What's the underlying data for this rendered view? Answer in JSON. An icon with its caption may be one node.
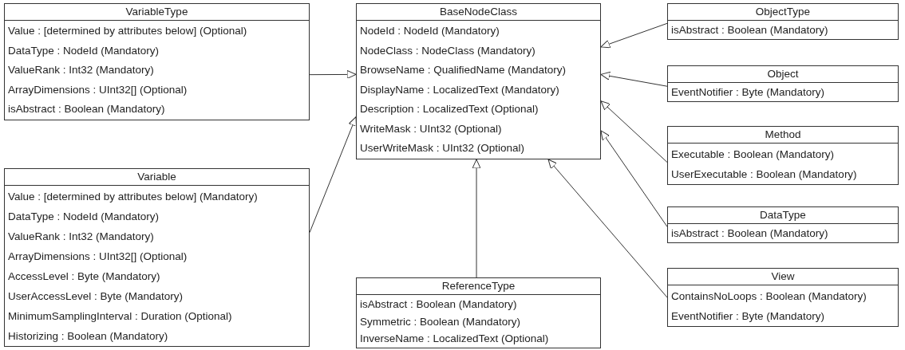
{
  "diagram": {
    "nodes": [
      {
        "text": [
          "VariableType",
          "Value : [determined by attributes below] (Optional)",
          "DataType : NodeId (Mandatory)",
          "ValueRank : Int32 (Mandatory)",
          "ArrayDimensions : UInt32[] (Optional)",
          "isAbstract : Boolean (Mandatory)"
        ]
      },
      {
        "text": [
          "Variable",
          "Value : [determined by attributes below] (Mandatory)",
          "DataType : NodeId (Mandatory)",
          "ValueRank : Int32 (Mandatory)",
          "ArrayDimensions : UInt32[] (Optional)",
          "AccessLevel : Byte (Mandatory)",
          "UserAccessLevel : Byte (Mandatory)",
          "MinimumSamplingInterval : Duration (Optional)",
          "Historizing : Boolean (Mandatory)"
        ]
      },
      {
        "text": [
          "BaseNodeClass",
          "NodeId : NodeId (Mandatory)",
          "NodeClass : NodeClass (Mandatory)",
          "BrowseName : QualifiedName (Mandatory)",
          "DisplayName : LocalizedText (Mandatory)",
          "Description : LocalizedText (Optional)",
          "WriteMask : UInt32 (Optional)",
          "UserWriteMask : UInt32 (Optional)"
        ]
      },
      {
        "text": [
          "ReferenceType",
          "isAbstract : Boolean (Mandatory)",
          "Symmetric : Boolean (Mandatory)",
          "InverseName : LocalizedText (Optional)"
        ]
      },
      {
        "text": [
          "ObjectType",
          "isAbstract : Boolean (Mandatory)"
        ]
      },
      {
        "text": [
          "Object",
          "EventNotifier : Byte (Mandatory)"
        ]
      },
      {
        "text": [
          "Method",
          "Executable : Boolean (Mandatory)",
          "UserExecutable : Boolean (Mandatory)"
        ]
      },
      {
        "text": [
          "DataType",
          "isAbstract : Boolean (Mandatory)"
        ]
      },
      {
        "text": [
          "View",
          "ContainsNoLoops : Boolean (Mandatory)",
          "EventNotifier : Byte (Mandatory)"
        ]
      }
    ],
    "edges": [
      {
        "from": 0,
        "to": 2,
        "arrow": "to"
      },
      {
        "from": 1,
        "to": 2,
        "arrow": "to"
      },
      {
        "from": 3,
        "to": 2,
        "arrow": "to"
      },
      {
        "from": 4,
        "to": 2,
        "arrow": "to"
      },
      {
        "from": 5,
        "to": 2,
        "arrow": "to"
      },
      {
        "from": 6,
        "to": 2,
        "arrow": "to"
      },
      {
        "from": 7,
        "to": 2,
        "arrow": "to"
      },
      {
        "from": 8,
        "to": 2,
        "arrow": "to"
      }
    ]
  }
}
